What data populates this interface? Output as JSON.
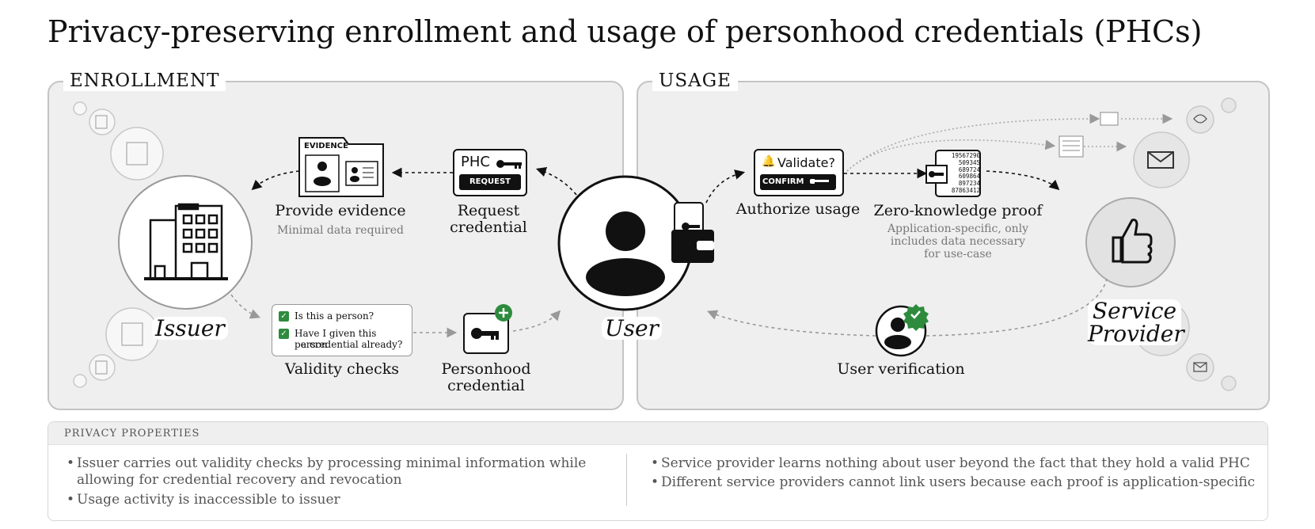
{
  "title": "Privacy-preserving enrollment and usage of personhood credentials (PHCs)",
  "enrollment": {
    "panel_title": "ENROLLMENT",
    "issuer_label": "Issuer",
    "evidence_tab": "EVIDENCE",
    "provide_evidence": "Provide evidence",
    "provide_evidence_sub": "Minimal data required",
    "phc_card_text": "PHC",
    "request_button": "REQUEST",
    "request_label_line1": "Request",
    "request_label_line2": "credential",
    "check1": "Is this a person?",
    "check2_line1": "Have I given this person",
    "check2_line2": "a credential already?",
    "validity_checks": "Validity checks",
    "personhood_line1": "Personhood",
    "personhood_line2": "credential"
  },
  "user_label": "User",
  "usage": {
    "panel_title": "USAGE",
    "validate_text": "Validate?",
    "confirm_button": "CONFIRM",
    "authorize_usage": "Authorize usage",
    "zkp_label": "Zero-knowledge proof",
    "zkp_sub_line1": "Application-specific, only",
    "zkp_sub_line2": "includes data necessary",
    "zkp_sub_line3": "for use-case",
    "zkp_digits": [
      "19567290",
      "509345",
      "689724",
      "609864",
      "897234",
      "87863412"
    ],
    "service_line1": "Service",
    "service_line2": "Provider",
    "user_verification": "User verification"
  },
  "privacy": {
    "heading": "PRIVACY PROPERTIES",
    "left": [
      {
        "line1": "Issuer carries out validity checks by processing minimal information while",
        "line2": "allowing for credential recovery and revocation"
      },
      {
        "line1": "Usage activity is inaccessible to issuer",
        "line2": ""
      }
    ],
    "right": [
      {
        "line1": "Service provider learns nothing about user beyond the fact that they hold a valid PHC"
      },
      {
        "line1": "Different service providers cannot link users because each proof is application-specific"
      }
    ]
  },
  "colors": {
    "panel_bg": "#efefef",
    "check_green": "#2e8b3e",
    "ink": "#111111",
    "muted": "#777777"
  }
}
